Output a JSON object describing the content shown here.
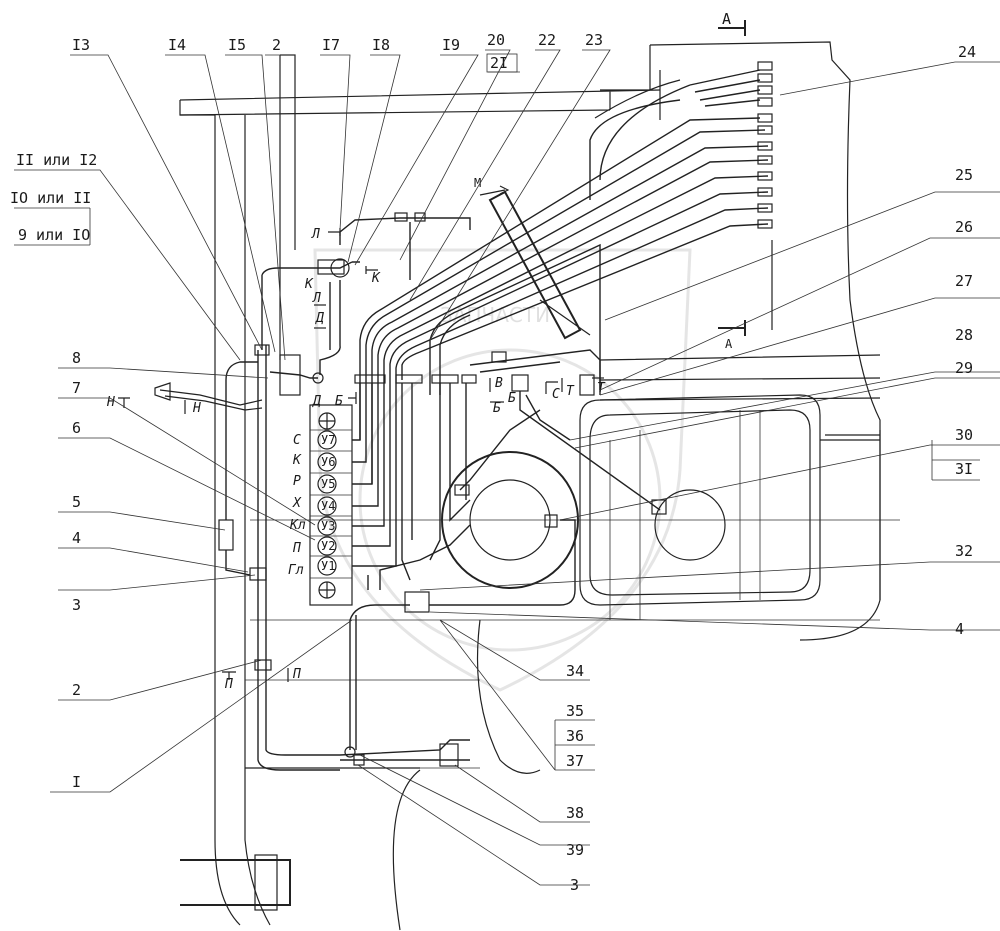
{
  "callouts_top": [
    "I3",
    "I4",
    "I5",
    "2",
    "I7",
    "I8",
    "I9",
    "20",
    "22",
    "23"
  ],
  "callout_boxed_top": "2I",
  "callouts_left": [
    "II или I2",
    "IO или II",
    "9 или IO",
    "8",
    "7",
    "6",
    "5",
    "4",
    "3",
    "2",
    "I"
  ],
  "callouts_right": [
    "24",
    "25",
    "26",
    "27",
    "28",
    "29",
    "30",
    "3I",
    "32",
    "4",
    "34"
  ],
  "callouts_bottom_right": [
    "35",
    "36",
    "37",
    "38",
    "39",
    "3"
  ],
  "section_marks": [
    "A",
    "A",
    "M"
  ],
  "valve_block_letters": [
    "С",
    "К",
    "Р",
    "Х",
    "Кл",
    "П",
    "Гл"
  ],
  "valve_labels": [
    "У7",
    "У6",
    "У5",
    "У4",
    "У3",
    "У2",
    "У1"
  ],
  "pipe_letters": {
    "l1": "Л",
    "k1": "К",
    "k2": "К",
    "l2": "Л",
    "d1": "Д",
    "d2": "Д",
    "b1": "Б",
    "n1": "Н",
    "n2": "Н",
    "b2": "Б",
    "v1": "В",
    "s1": "С",
    "t1": "Т",
    "t2": "Т",
    "p1": "П",
    "p2": "П",
    "b3": "Б"
  },
  "watermark": "ЗАПЧАСТИ"
}
